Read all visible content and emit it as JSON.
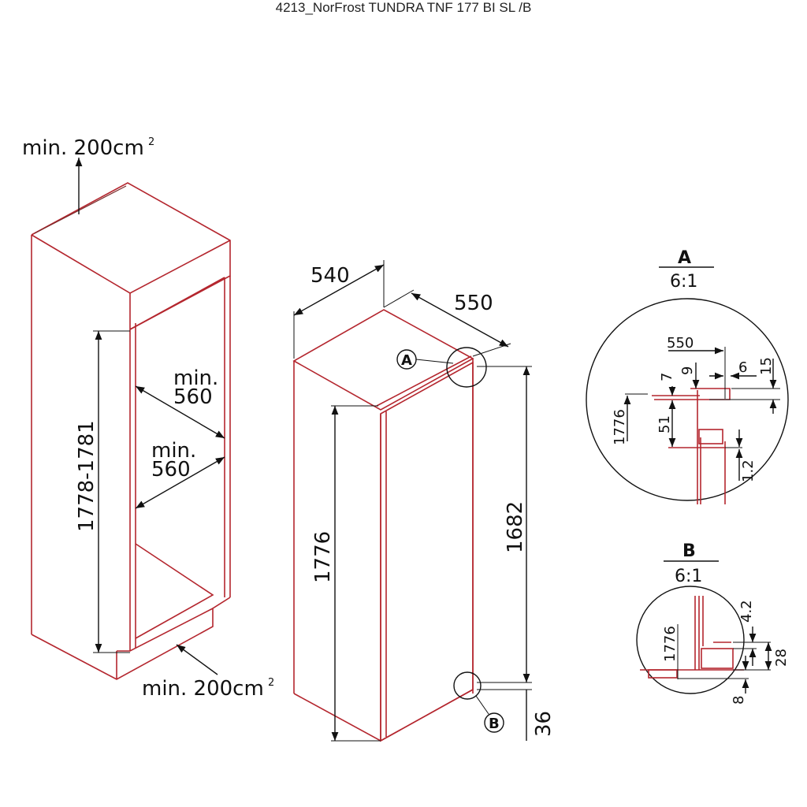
{
  "title": "4213_NorFrost TUNDRA TNF 177 BI SL /B",
  "niche": {
    "vent_top": "min. 200cm",
    "vent_bottom": "min. 200cm",
    "sup": "2",
    "height": "1778-1781",
    "depth_min_1": [
      "min.",
      "560"
    ],
    "depth_min_2": [
      "min.",
      "560"
    ]
  },
  "appliance": {
    "width": "540",
    "depth": "550",
    "height_total": "1776",
    "height_door": "1682",
    "bottom_offset": "36",
    "callout_a": "A",
    "callout_b": "B"
  },
  "detail_a": {
    "label": "A",
    "scale": "6:1",
    "dims": [
      "550",
      "7",
      "9",
      "6",
      "15",
      "1776",
      "51",
      "1.2"
    ]
  },
  "detail_b": {
    "label": "B",
    "scale": "6:1",
    "dims": [
      "4.2",
      "1776",
      "28",
      "8"
    ]
  }
}
